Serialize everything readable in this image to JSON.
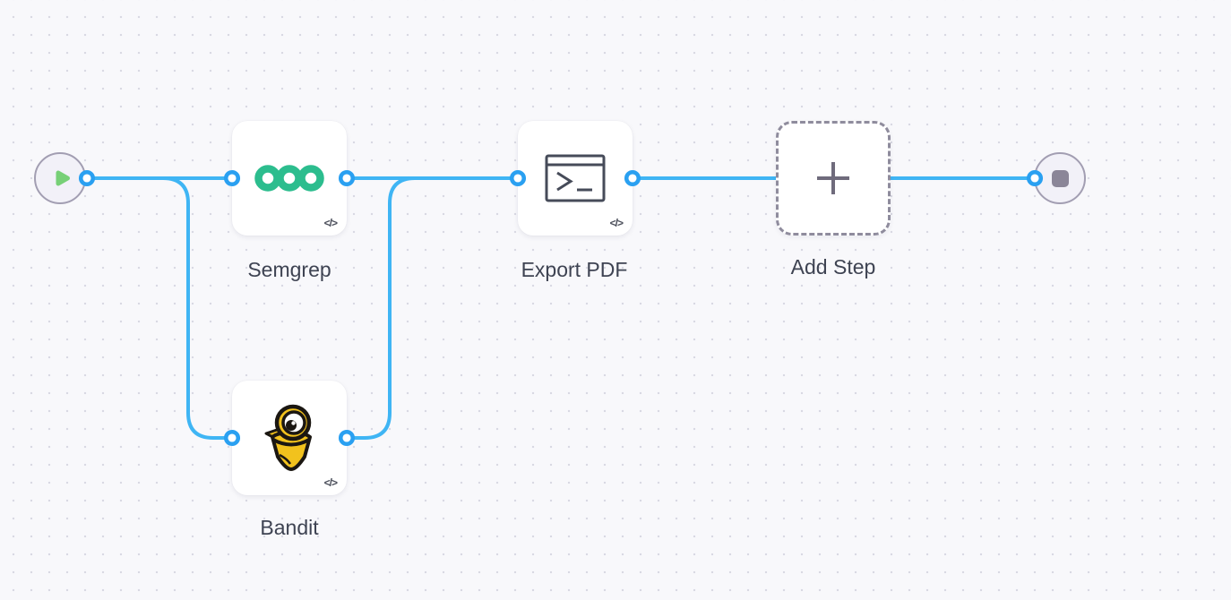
{
  "app": {
    "view": "workflow-canvas"
  },
  "canvas": {
    "background_color": "#f8f8fb",
    "dot_color": "#d9d9e3",
    "wire_color": "#3fb5f4",
    "port_ring_color": "#2aa0f1"
  },
  "nodes": {
    "start": {
      "type": "start-trigger",
      "icon": "play-icon",
      "play_color": "#77d077"
    },
    "semgrep": {
      "label": "Semgrep",
      "badge": "</>",
      "icon": "semgrep-logo",
      "logo_color": "#2cbd8e"
    },
    "bandit": {
      "label": "Bandit",
      "badge": "</>",
      "icon": "bandit-logo",
      "logo_yellow": "#f2c21d",
      "logo_black": "#1b1712"
    },
    "export_pdf": {
      "label": "Export PDF",
      "badge": "</>",
      "icon": "terminal-icon",
      "icon_color": "#464b59"
    },
    "add_step": {
      "label": "Add Step",
      "icon": "plus-icon",
      "plus_color": "#6f6b7c"
    },
    "end": {
      "type": "end",
      "icon": "stop-icon",
      "stop_color": "#8b8698"
    }
  },
  "connections": [
    {
      "from": "start",
      "to": "semgrep"
    },
    {
      "from": "start",
      "to": "bandit"
    },
    {
      "from": "semgrep",
      "to": "export_pdf"
    },
    {
      "from": "bandit",
      "to": "export_pdf"
    },
    {
      "from": "export_pdf",
      "to": "end"
    }
  ]
}
